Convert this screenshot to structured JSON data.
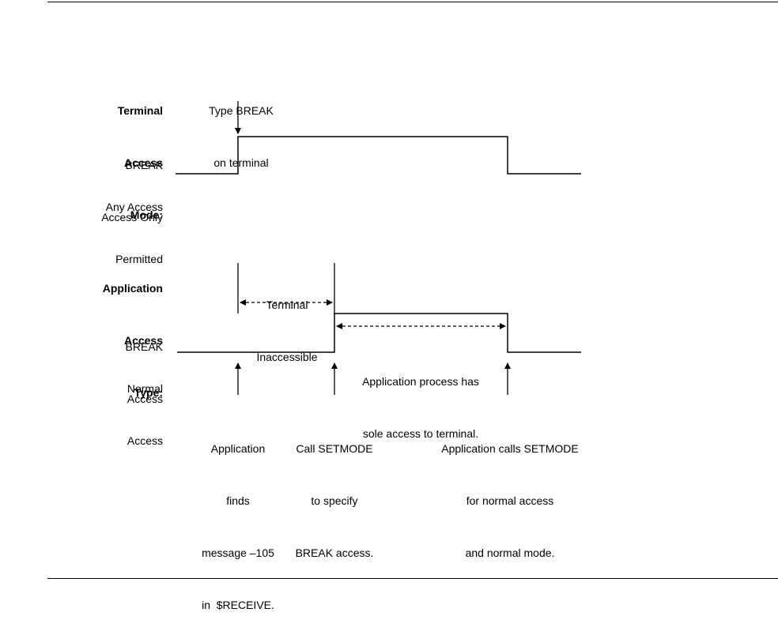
{
  "top_section": {
    "title_lines": [
      "Terminal",
      "Access",
      "Mode:"
    ],
    "level_high_lines": [
      "BREAK",
      "Access Only"
    ],
    "level_low_lines": [
      "Any Access",
      "Permitted"
    ],
    "event_lines": [
      "Type BREAK",
      "on terminal"
    ]
  },
  "bottom_section": {
    "title_lines": [
      "Application",
      "Access",
      "Type:"
    ],
    "level_high_lines": [
      "BREAK",
      "Access"
    ],
    "level_low_lines": [
      "Normal",
      "Access"
    ],
    "interval_inaccessible_lines": [
      "Terminal",
      "Inaccessible"
    ],
    "interval_sole_access_lines": [
      "Application process has",
      "sole access to terminal."
    ],
    "events": [
      {
        "lines": [
          "Application",
          "finds",
          "message –105",
          "in  $RECEIVE."
        ]
      },
      {
        "lines": [
          "Call SETMODE",
          "to specify",
          "BREAK access."
        ]
      },
      {
        "lines": [
          "Application calls SETMODE",
          "for normal access",
          "and normal mode."
        ]
      }
    ]
  }
}
